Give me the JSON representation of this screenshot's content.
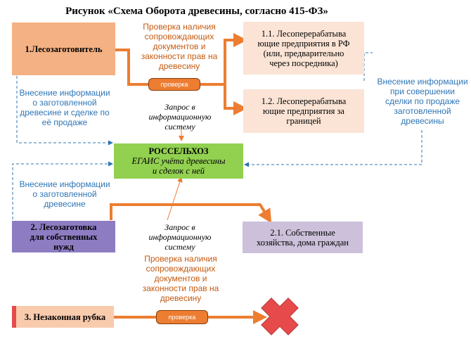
{
  "title": "Рисунок «Схема Оборота древесины, согласно 415-ФЗ»",
  "nodes": {
    "logger": "1.Лесозаготовитель",
    "processors_rf": "1.1. Лесоперерабатыва\nющие предприятия в РФ\n(или, предварительно\nчерез посредника)",
    "processors_abroad": "1.2. Лесоперерабатыва\nющие предприятия за\nграницей",
    "rosselkhoz_title": "РОССЕЛЬХОЗ",
    "rosselkhoz_subtitle": "ЕГАИС учёта древесины\nи сделок с ней",
    "own_needs": "2.      Лесозаготовка\nдля собственных\nнужд",
    "households": "2.1.     Собственные\nхозяйства, дома граждан",
    "illegal": "3.  Незаконная рубка"
  },
  "notes": {
    "check_docs_top": "Проверка наличия\nсопровождающих\nдокументов и\nзаконности прав на\nдревесину",
    "query_top": "Запрос в\nинформационную\nсистему",
    "info_sale": "Внесение информации\nо заготовленной\nдревесине и сделке по\nеё продаже",
    "info_deal": "Внесение информации\nпри совершении\nсделки по продаже\nзаготовленной\nдревесины",
    "info_harvest": "Внесение информации\nо заготовленной\nдревесине",
    "query_bottom": "Запрос в\nинформационную\nсистему",
    "check_docs_bottom": "Проверка наличия\nсопровождающих\nдокументов и\nзаконности прав на\nдревесину"
  },
  "pills": {
    "check_top": "проверка",
    "check_bottom": "проверка"
  },
  "colors": {
    "logger_fill": "#f4b183",
    "processors_fill": "#fbe4d5",
    "rosselkhoz_fill": "#92d050",
    "own_needs_fill": "#8e7cc3",
    "households_fill": "#ccc0da",
    "illegal_fill": "#f9cbad",
    "orange": "#ed7d31",
    "blue": "#2e75b6",
    "red_cross": "#e64a4a"
  }
}
